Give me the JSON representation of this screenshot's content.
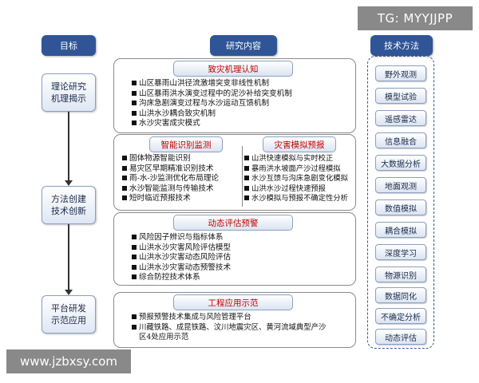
{
  "headers": {
    "goal": "目标",
    "content": "研究内容",
    "method": "技术方法"
  },
  "goals": [
    "理论研究\n机理揭示",
    "方法创建\n技术创新",
    "平台研发\n示范应用"
  ],
  "sections": {
    "mechanism": {
      "title": "致灾机理认知",
      "items": [
        "山区暴雨山洪径流激增突变非线性机制",
        "山区暴雨洪水演变过程中的泥沙补给突变机制",
        "沟床急剧演变过程与水沙运动互馈机制",
        "山洪水沙耦合致灾机制",
        "水沙灾害成灾模式"
      ]
    },
    "monitoring": {
      "title": "智能识别监测",
      "items": [
        "固体物源智能识别",
        "易灾区早期精准识别技术",
        "雨-水-沙监测优化布局理论",
        "水沙智能监测与传输技术",
        "短时临近预报技术"
      ]
    },
    "simulation": {
      "title": "灾害模拟预报",
      "items": [
        "山洪快速模拟与实时校正",
        "暴雨洪水坡面产沙过程模拟",
        "水沙互馈与沟床急剧变化模拟",
        "山洪水沙过程快速预报",
        "水沙模拟与预报不确定性分析"
      ]
    },
    "assessment": {
      "title": "动态评估预警",
      "items": [
        "风险因子辨识与指标体系",
        "山洪水沙灾害风险评估模型",
        "山洪水沙灾害动态风险评估",
        "山洪水沙灾害动态预警技术",
        "综合防控技术体系"
      ]
    },
    "application": {
      "title": "工程应用示范",
      "items": [
        "预报预警技术集成与风险管理平台",
        "川藏铁路、成昆铁路、汶川地震灾区、黄河流域典型产沙",
        "区4处应用示范"
      ]
    }
  },
  "methods": [
    "野外观测",
    "模型试验",
    "遥感雷达",
    "信息融合",
    "大数据分析",
    "地面观测",
    "数值模拟",
    "耦合模拟",
    "深度学习",
    "物源识别",
    "数据同化",
    "不确定分析",
    "动态评估"
  ],
  "watermarks": {
    "top": "TG: MYYJJPP",
    "bottom": "www.jzbxsy.com"
  }
}
